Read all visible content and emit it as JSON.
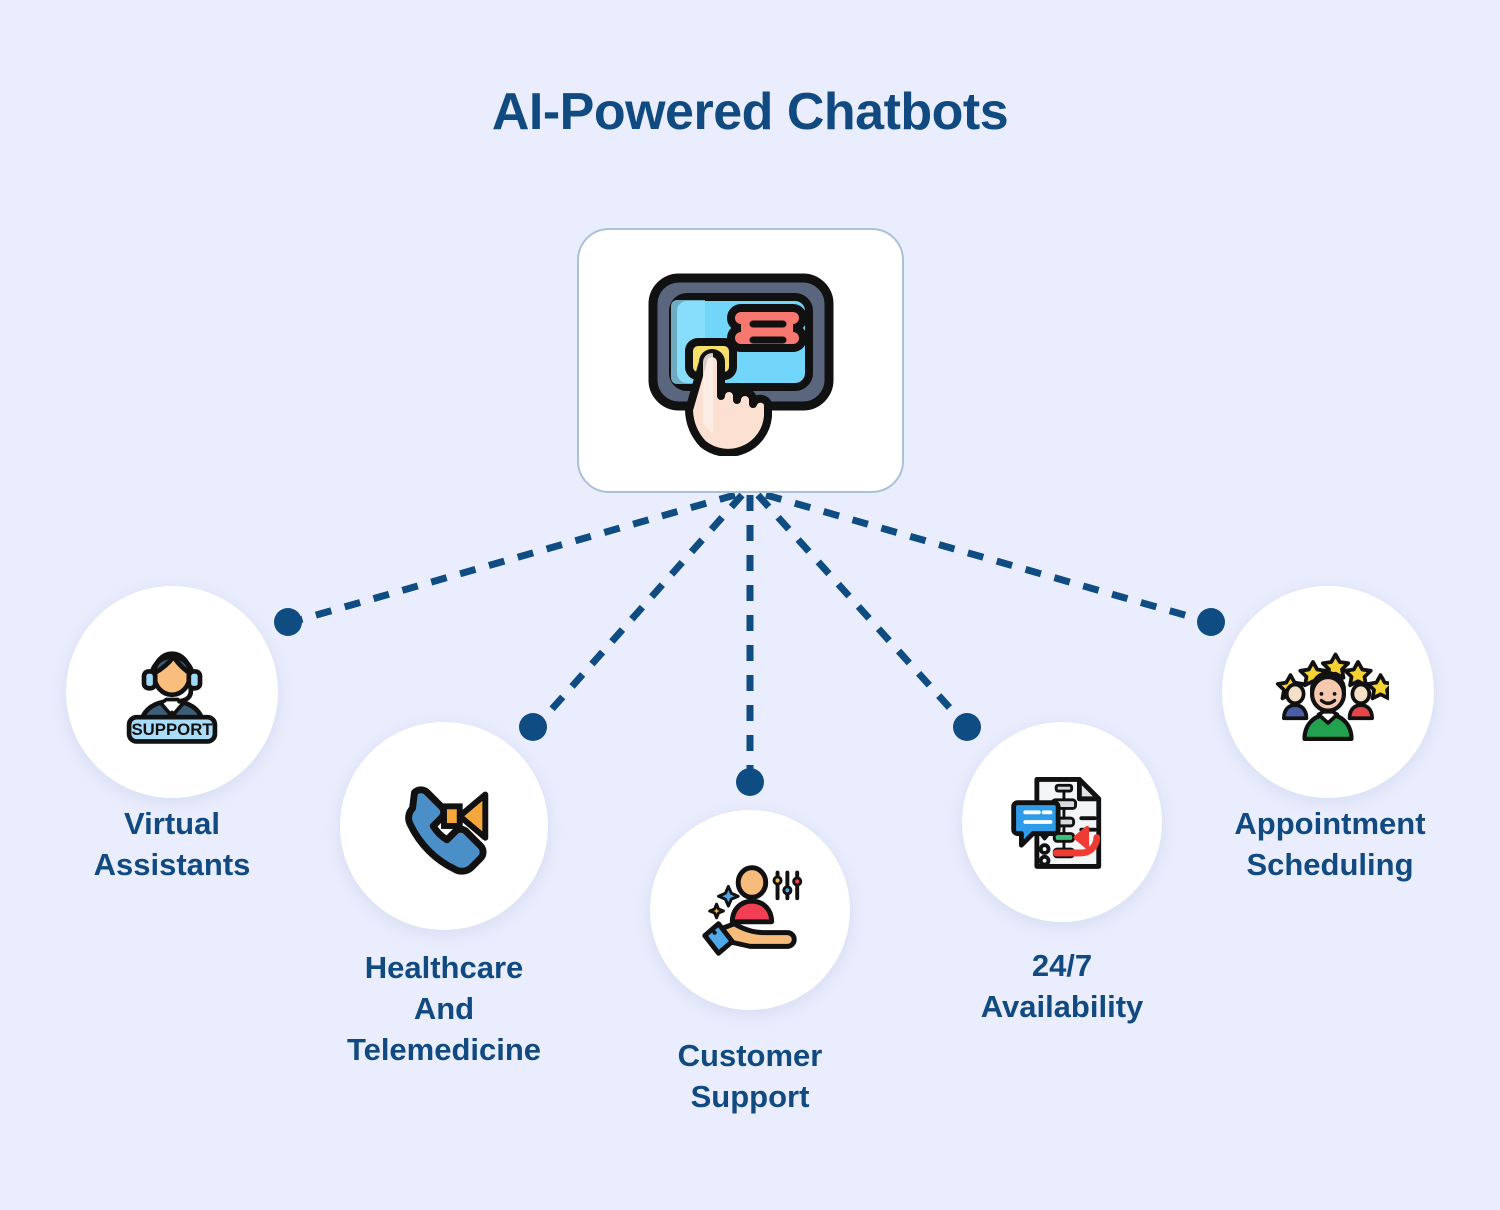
{
  "page": {
    "title": "AI-Powered Chatbots",
    "background_color": "#e9edfd",
    "accent_color": "#114a80",
    "connector_color": "#0f4c81",
    "card_border_color": "#a9c2d9",
    "node_fill_color": "#ffffff"
  },
  "center": {
    "icon_name": "chat-tablet-tap-icon",
    "icon_colors": {
      "frame": "#5a667d",
      "screen": "#72d6fb",
      "bubble_red": "#f8776f",
      "bubble_yellow": "#f6e06a",
      "hand": "#fce0d2",
      "outline": "#111111"
    }
  },
  "nodes": [
    {
      "id": "virtual-assistants",
      "label": "Virtual\nAssistants",
      "icon_name": "support-agent-icon",
      "icon_text": "SUPPORT"
    },
    {
      "id": "healthcare-and-telemedicine",
      "label": "Healthcare\nAnd\nTelemedicine",
      "icon_name": "phone-speaker-icon"
    },
    {
      "id": "customer-support",
      "label": "Customer\nSupport",
      "icon_name": "hand-user-settings-icon"
    },
    {
      "id": "availability-247",
      "label": "24/7\nAvailability",
      "icon_name": "checklist-document-chat-icon"
    },
    {
      "id": "appointment-scheduling",
      "label": "Appointment\nScheduling",
      "icon_name": "five-star-rating-people-icon"
    }
  ]
}
